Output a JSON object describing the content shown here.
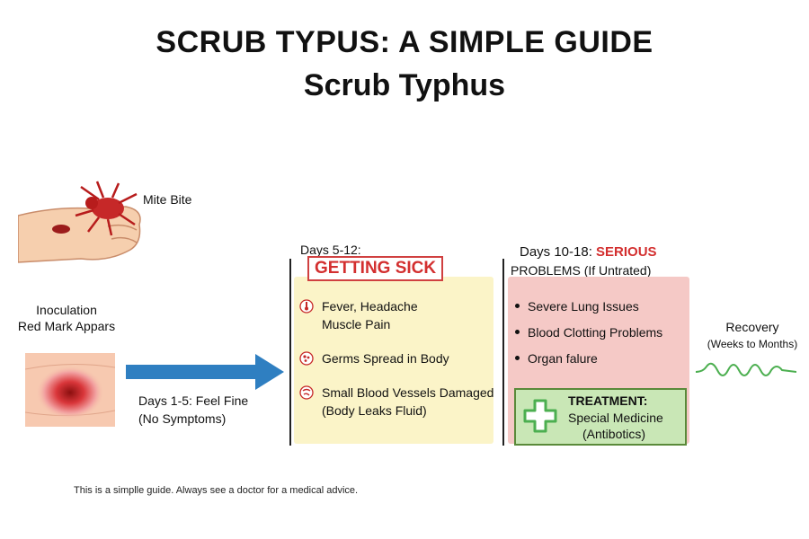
{
  "title": "SCRUB TYPUS: A SIMPLE GUIDE",
  "subtitle": "Scrub Typhus",
  "mite_label": "Mite Bite",
  "inoculation": {
    "line1": "Inoculation",
    "line2": "Red Mark Appars"
  },
  "days_1_5": {
    "line1": "Days 1-5: Feel Fine",
    "line2": "(No Symptoms)"
  },
  "stage_sick": {
    "days": "Days 5-12:",
    "label": "GETTING SICK",
    "items": [
      {
        "line1": "Fever, Headache",
        "line2": "Muscle Pain",
        "icon": "thermometer-icon"
      },
      {
        "line1": "Germs Spread in Body",
        "line2": "",
        "icon": "germ-icon"
      },
      {
        "line1": "Small Blood Vessels Damaged",
        "line2": "(Body Leaks Fluid)",
        "icon": "blood-vessel-icon"
      }
    ]
  },
  "stage_serious": {
    "days": "Days 10-18:",
    "label": "SERIOUS",
    "label2": "PROBLEMS (If Untrated)",
    "items": [
      "Severe Lung Issues",
      "Blood Clotting Problems",
      "Organ falure"
    ]
  },
  "treatment": {
    "title": "TREATMENT:",
    "line1": "Special Medicine",
    "line2": "(Antibotics)",
    "icon": "medical-cross-icon"
  },
  "recovery": {
    "label": "Recovery",
    "duration": "(Weeks to Months)"
  },
  "footer": "This is a simplle guide. Always see a doctor for a medical advice.",
  "colors": {
    "arrow": "#2f7fc1",
    "sick_panel": "#fbf4c8",
    "serious_panel": "#f5c9c6",
    "treatment_panel": "#c9e7b6",
    "alert_red": "#d32f2f",
    "recovery_wave": "#4caf50"
  }
}
